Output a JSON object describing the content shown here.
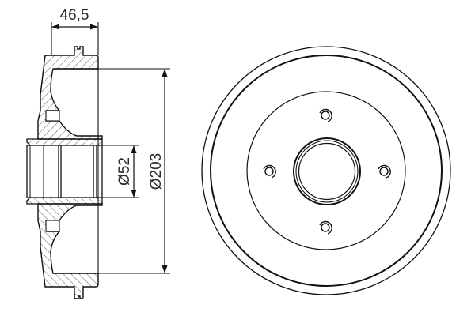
{
  "drawing": {
    "subject": "brake drum technical drawing",
    "colors": {
      "line": "#111111",
      "text": "#2b2b2b",
      "background": "#ffffff"
    },
    "section_view": {
      "dimensions": {
        "width_label": "46,5",
        "bore_label": "Ø52",
        "diameter_label": "Ø203"
      }
    },
    "front_view": {
      "bolt_holes": 4
    }
  }
}
